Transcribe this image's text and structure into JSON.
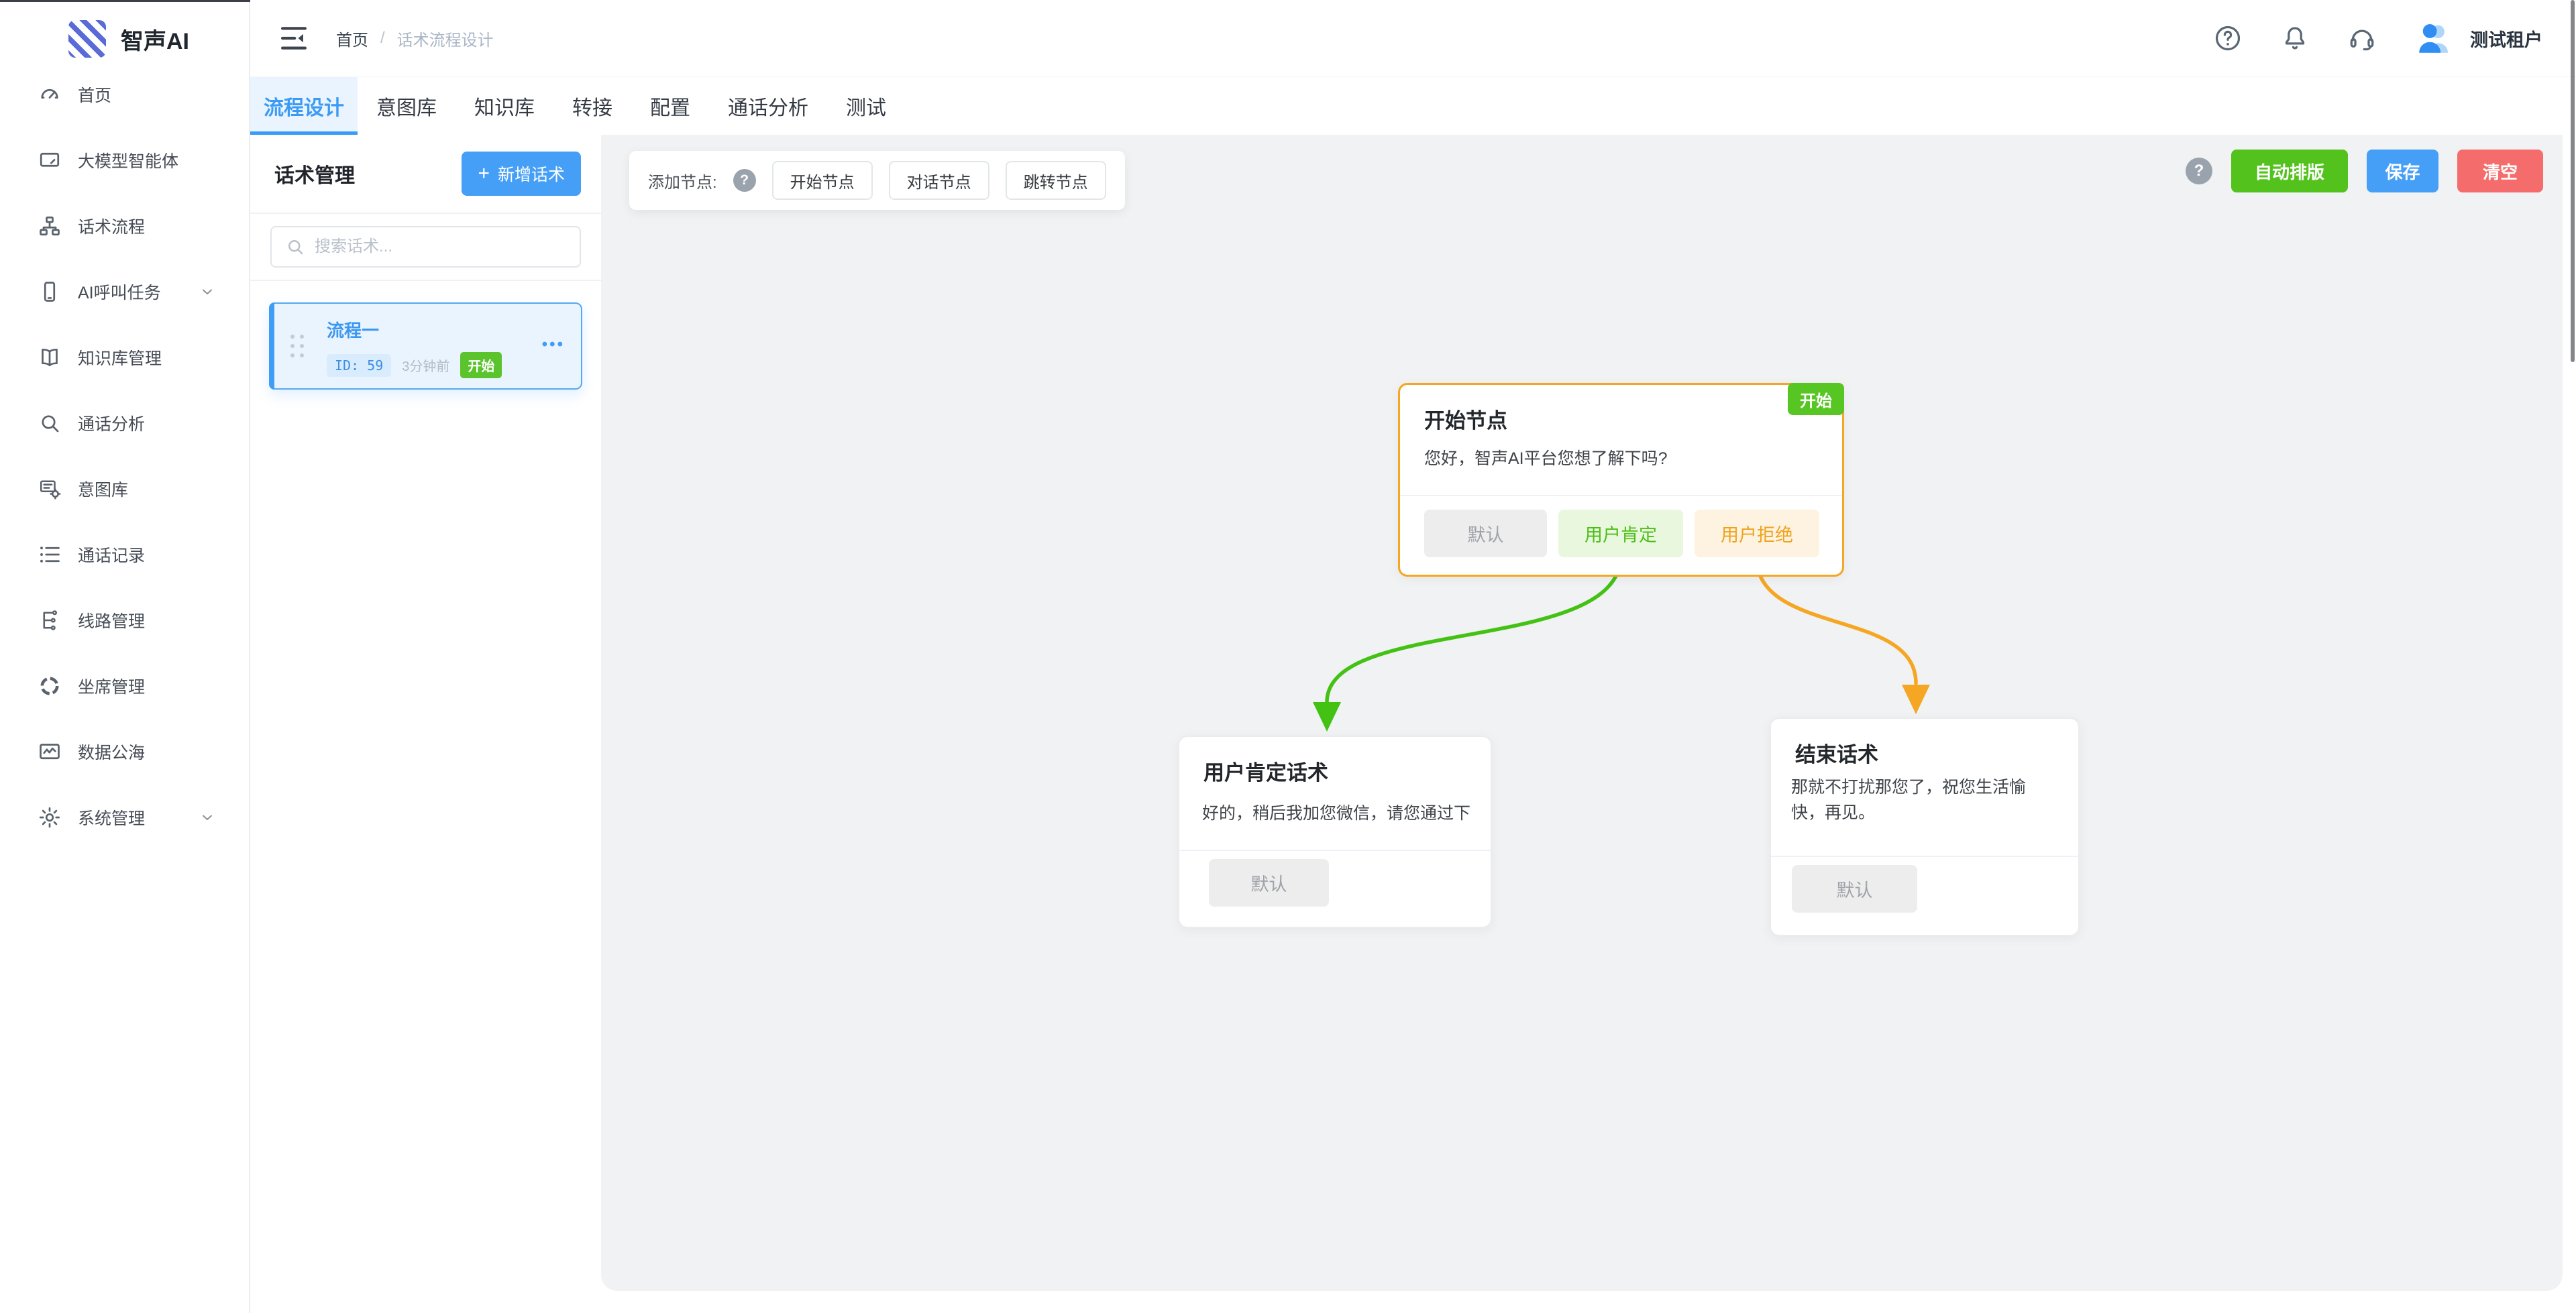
{
  "brand": {
    "name": "智声AI"
  },
  "sidebar": {
    "items": [
      {
        "label": "首页",
        "icon": "dashboard-icon"
      },
      {
        "label": "大模型智能体",
        "icon": "agent-icon"
      },
      {
        "label": "话术流程",
        "icon": "flow-icon"
      },
      {
        "label": "AI呼叫任务",
        "icon": "phone-icon",
        "expandable": true
      },
      {
        "label": "知识库管理",
        "icon": "book-icon"
      },
      {
        "label": "通话分析",
        "icon": "search-icon"
      },
      {
        "label": "意图库",
        "icon": "intent-icon"
      },
      {
        "label": "通话记录",
        "icon": "list-icon"
      },
      {
        "label": "线路管理",
        "icon": "route-icon"
      },
      {
        "label": "坐席管理",
        "icon": "seats-icon"
      },
      {
        "label": "数据公海",
        "icon": "data-icon"
      },
      {
        "label": "系统管理",
        "icon": "gear-icon",
        "expandable": true
      }
    ]
  },
  "topbar": {
    "breadcrumb": {
      "home": "首页",
      "separator": "/",
      "current": "话术流程设计"
    },
    "tenant": "测试租户"
  },
  "tabs": {
    "items": [
      {
        "label": "流程设计",
        "active": true
      },
      {
        "label": "意图库"
      },
      {
        "label": "知识库"
      },
      {
        "label": "转接"
      },
      {
        "label": "配置"
      },
      {
        "label": "通话分析"
      },
      {
        "label": "测试"
      }
    ]
  },
  "panel": {
    "title": "话术管理",
    "add_button": {
      "plus": "+",
      "label": "新增话术"
    },
    "search": {
      "placeholder": "搜索话术..."
    },
    "flow_card": {
      "name": "流程一",
      "id_badge": "ID: 59",
      "time": "3分钟前",
      "status": "开始",
      "menu": "•••"
    }
  },
  "canvas": {
    "toolbar": {
      "label": "添加节点:",
      "help": "?",
      "buttons": {
        "start": "开始节点",
        "dialog": "对话节点",
        "jump": "跳转节点"
      }
    },
    "actions": {
      "help": "?",
      "auto_layout": "自动排版",
      "save": "保存",
      "clear": "清空"
    },
    "nodes": {
      "start": {
        "title": "开始节点",
        "badge": "开始",
        "body": "您好，智声AI平台您想了解下吗?",
        "buttons": {
          "default": "默认",
          "positive": "用户肯定",
          "negative": "用户拒绝"
        }
      },
      "positive": {
        "title": "用户肯定话术",
        "body": "好的，稍后我加您微信，请您通过下",
        "button_default": "默认"
      },
      "end": {
        "title": "结束话术",
        "body": "那就不打扰那您了，祝您生活愉快，再见。",
        "button_default": "默认"
      }
    },
    "edges": [
      {
        "from": "开始节点/用户肯定",
        "to": "用户肯定话术",
        "color": "#43c214"
      },
      {
        "from": "开始节点/用户拒绝",
        "to": "结束话术",
        "color": "#f5a623"
      }
    ],
    "colors": {
      "primary": "#409eff",
      "green": "#54c41e",
      "orange": "#f5a623",
      "danger": "#f56c6c",
      "canvas_bg": "#f1f2f4"
    }
  }
}
